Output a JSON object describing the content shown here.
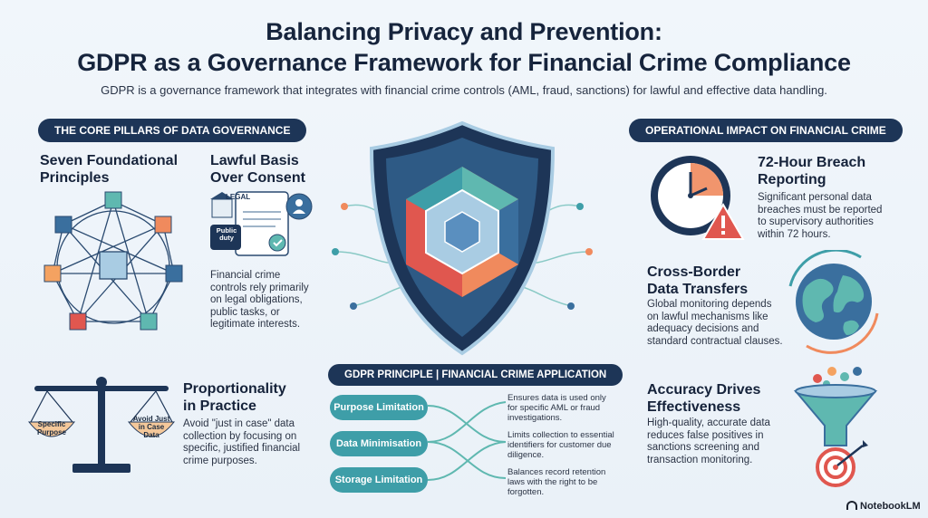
{
  "header": {
    "title_line1": "Balancing Privacy and Prevention:",
    "title_line2": "GDPR as a Governance Framework for Financial Crime Compliance",
    "subtitle": "GDPR is a governance framework that integrates with financial crime controls (AML, fraud, sanctions) for lawful and effective data handling."
  },
  "left": {
    "pill": "THE CORE PILLARS OF DATA GOVERNANCE",
    "seven": {
      "title": "Seven Foundational Principles"
    },
    "lawful": {
      "title": "Lawful Basis Over Consent",
      "legal_label": "LEGAL",
      "public_duty": "Public duty",
      "body": "Financial crime controls rely primarily on legal obligations, public tasks, or legitimate interests."
    },
    "proportionality": {
      "title": "Proportionality in Practice",
      "scale_left": "Specific Purpose",
      "scale_right": "Avoid Just in Case Data",
      "body": "Avoid \"just in case\" data collection by focusing on specific, justified financial crime purposes."
    }
  },
  "center": {
    "table_header": "GDPR PRINCIPLE  |  FINANCIAL CRIME APPLICATION",
    "rows": [
      {
        "principle": "Purpose Limitation",
        "application": "Ensures data is used only for specific AML or fraud investigations."
      },
      {
        "principle": "Data Minimisation",
        "application": "Limits collection to essential identifiers for customer due diligence."
      },
      {
        "principle": "Storage Limitation",
        "application": "Balances record retention laws with the right to be forgotten."
      }
    ]
  },
  "right": {
    "pill": "OPERATIONAL IMPACT ON FINANCIAL CRIME",
    "breach": {
      "title": "72-Hour Breach Reporting",
      "body": "Significant personal data breaches must be reported to supervisory authorities within 72 hours."
    },
    "transfers": {
      "title": "Cross-Border Data Transfers",
      "body": "Global monitoring depends on lawful mechanisms like adequacy decisions and standard contractual clauses."
    },
    "accuracy": {
      "title": "Accuracy Drives Effectiveness",
      "body": "High-quality, accurate data reduces false positives in sanctions screening and transaction monitoring."
    }
  },
  "footer": {
    "brand": "NotebookLM"
  },
  "colors": {
    "navy": "#1d3557",
    "teal": "#3e9ea8",
    "orange": "#f08a5d",
    "red": "#e0574f",
    "cube_blue": "#3a6f9e",
    "cube_teal": "#5fb8b0"
  }
}
